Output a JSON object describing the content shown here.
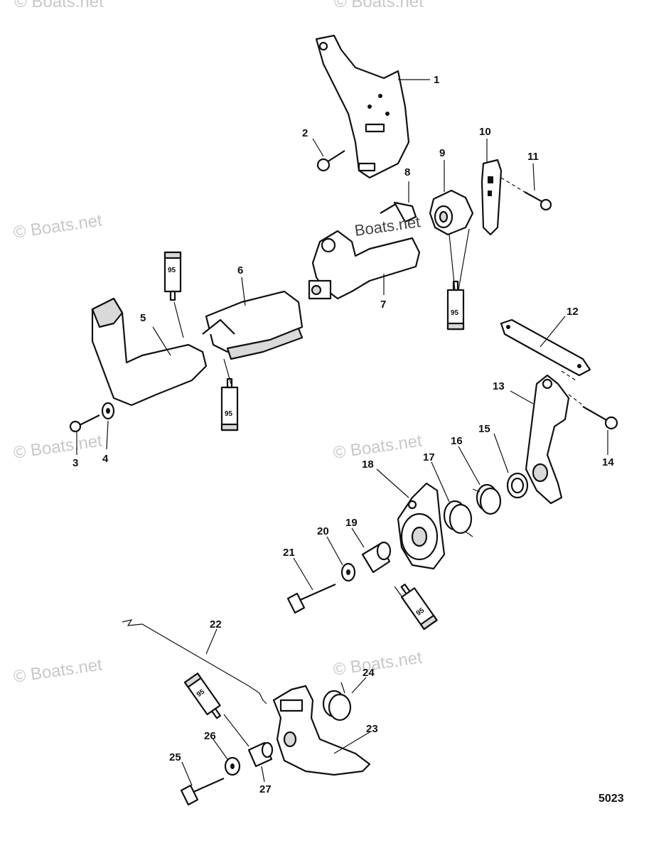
{
  "diagram": {
    "drawing_number": "5023",
    "watermark_text": "© Boats.net",
    "center_watermark_text": "Boats.net",
    "sealant_label": "95",
    "callouts": [
      {
        "id": "1",
        "text": "1"
      },
      {
        "id": "2",
        "text": "2"
      },
      {
        "id": "3",
        "text": "3"
      },
      {
        "id": "4",
        "text": "4"
      },
      {
        "id": "5",
        "text": "5"
      },
      {
        "id": "6",
        "text": "6"
      },
      {
        "id": "7",
        "text": "7"
      },
      {
        "id": "8",
        "text": "8"
      },
      {
        "id": "9",
        "text": "9"
      },
      {
        "id": "10",
        "text": "10"
      },
      {
        "id": "11",
        "text": "11"
      },
      {
        "id": "12",
        "text": "12"
      },
      {
        "id": "13",
        "text": "13"
      },
      {
        "id": "14",
        "text": "14"
      },
      {
        "id": "15",
        "text": "15"
      },
      {
        "id": "16",
        "text": "16"
      },
      {
        "id": "17",
        "text": "17"
      },
      {
        "id": "18",
        "text": "18"
      },
      {
        "id": "19",
        "text": "19"
      },
      {
        "id": "20",
        "text": "20"
      },
      {
        "id": "21",
        "text": "21"
      },
      {
        "id": "22",
        "text": "22"
      },
      {
        "id": "23",
        "text": "23"
      },
      {
        "id": "24",
        "text": "24"
      },
      {
        "id": "25",
        "text": "25"
      },
      {
        "id": "26",
        "text": "26"
      },
      {
        "id": "27",
        "text": "27"
      }
    ]
  }
}
